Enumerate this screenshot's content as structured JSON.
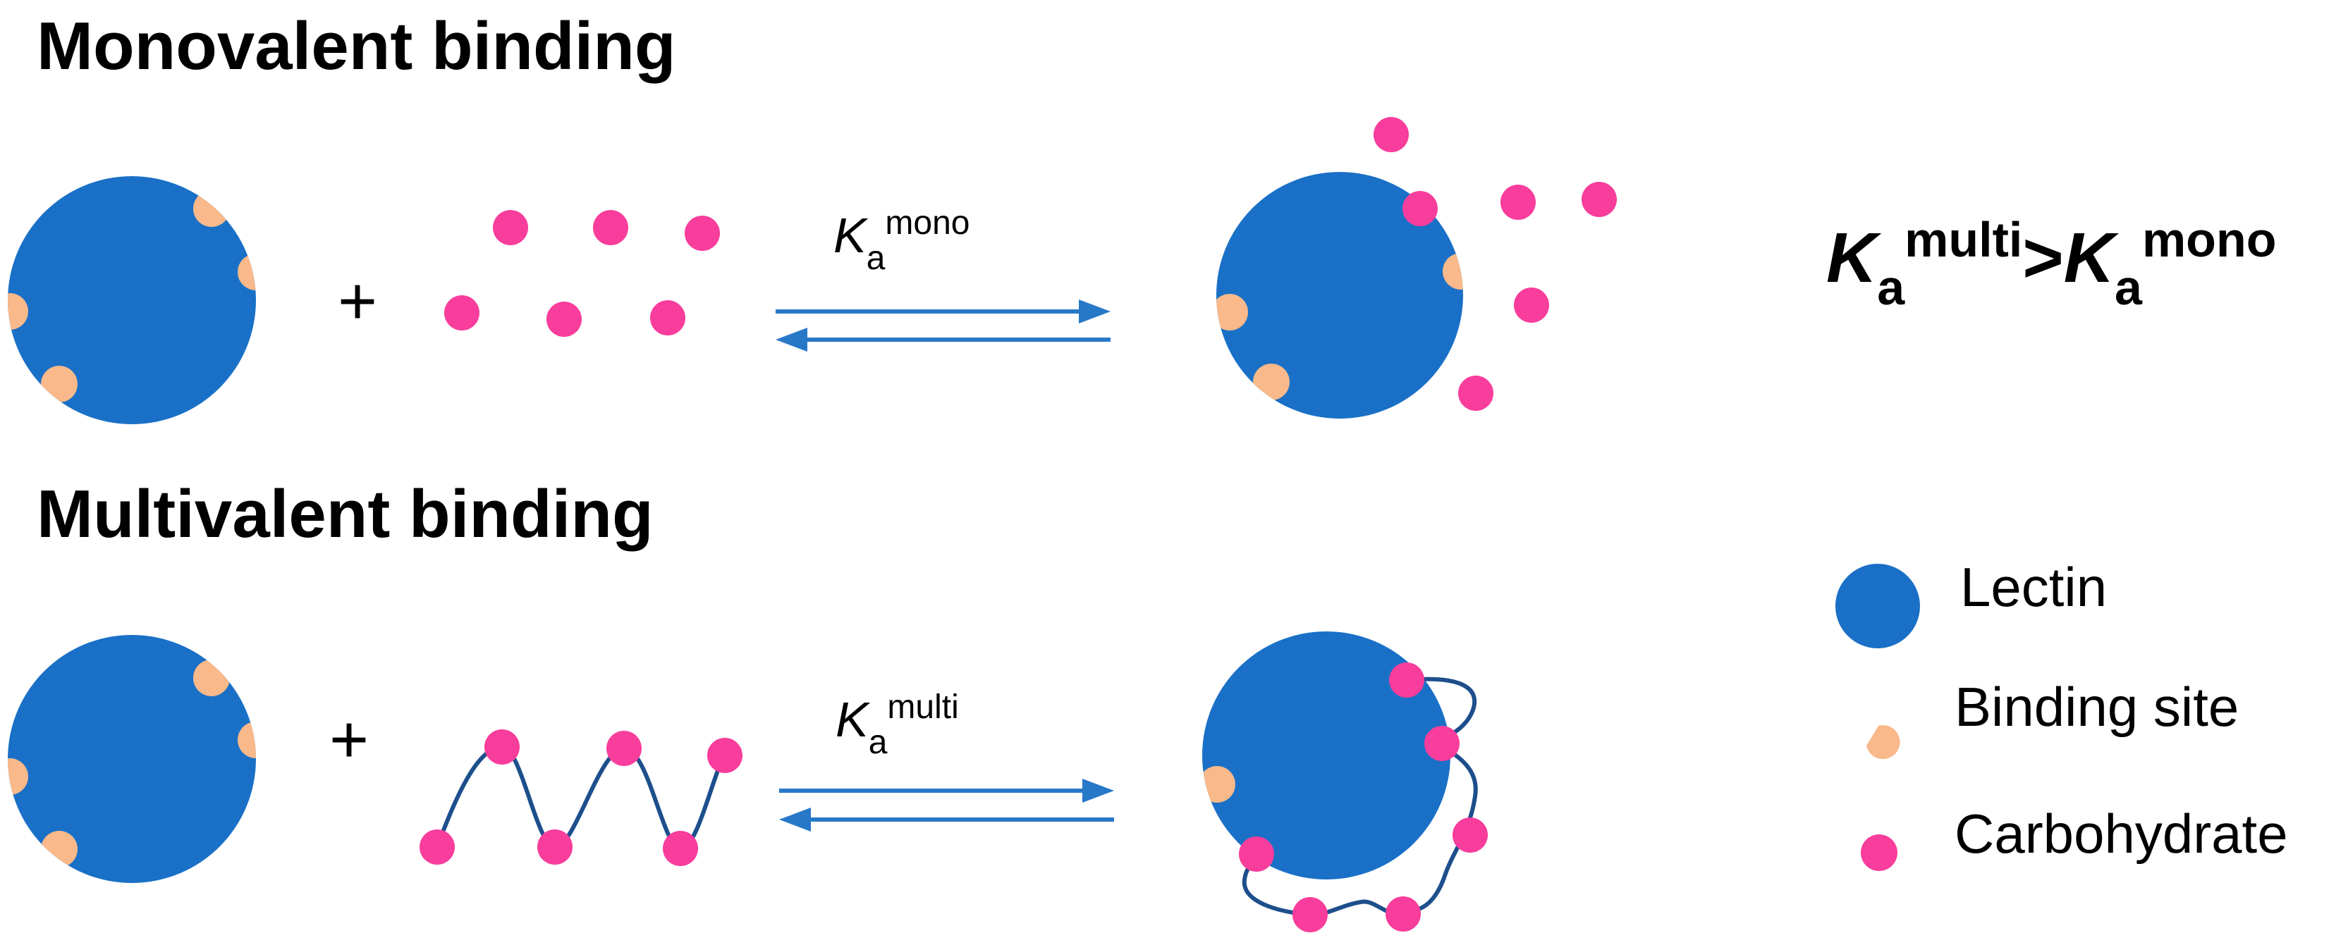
{
  "headings": {
    "monovalent": "Monovalent binding",
    "multivalent": "Multivalent binding"
  },
  "plus_sign": "+",
  "constants": {
    "mono": {
      "symbol": "K",
      "subscript": "a",
      "superscript": "mono"
    },
    "multi": {
      "symbol": "K",
      "subscript": "a",
      "superscript": "multi"
    }
  },
  "comparison": {
    "left_symbol": "K",
    "left_sub": "a",
    "left_sup": "multi",
    "operator": ">",
    "right_symbol": "K",
    "right_sub": "a",
    "right_sup": "mono"
  },
  "legend": {
    "lectin": "Lectin",
    "binding_site": "Binding site",
    "carbohydrate": "Carbohydrate"
  },
  "colors": {
    "lectin": "#1a70c7",
    "binding_site": "#f9b98a",
    "carbohydrate": "#f83d9c",
    "arrow": "#2878c8",
    "linker": "#1d4f8c"
  }
}
